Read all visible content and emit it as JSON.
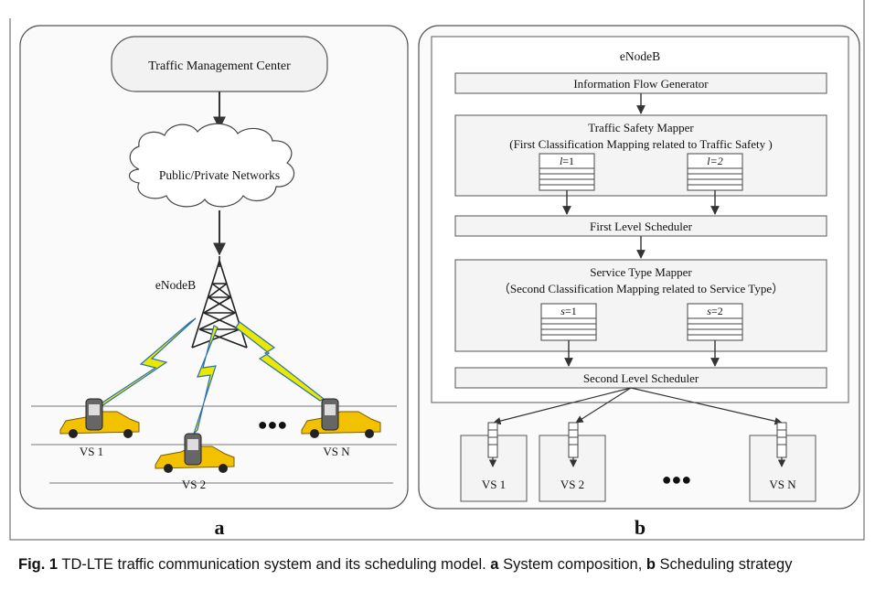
{
  "panel_a": {
    "traffic_center": "Traffic Management Center",
    "networks": "Public/Private Networks",
    "enodeb": "eNodeB",
    "vehicles": [
      "VS 1",
      "VS 2",
      "VS N"
    ],
    "ellipsis": "●●●",
    "panel_letter": "a"
  },
  "panel_b": {
    "enodeb": "eNodeB",
    "info_flow": "Information Flow Generator",
    "safety_mapper_title": "Traffic Safety Mapper",
    "safety_mapper_sub": "(First Classification Mapping related to Traffic Safety )",
    "queue_l1_var": "l",
    "queue_l1_val": "=1",
    "queue_l2_var": "l=2",
    "first_scheduler": "First Level Scheduler",
    "service_mapper_title": "Service Type Mapper",
    "service_mapper_sub": "（Second Classification Mapping related to  Service Type）",
    "queue_s1_var": "s",
    "queue_s1_val": "=1",
    "queue_s2_var": "s",
    "queue_s2_val": "=2",
    "second_scheduler": "Second Level Scheduler",
    "vehicles": [
      "VS 1",
      "VS 2",
      "VS N"
    ],
    "ellipsis": "●●●",
    "panel_letter": "b"
  },
  "caption": {
    "fig_label": "Fig. 1",
    "text": "  TD-LTE traffic communication system and its scheduling model. ",
    "a_label": "a",
    "a_text": " System composition, ",
    "b_label": "b",
    "b_text": " Scheduling strategy"
  },
  "colors": {
    "lightning": "#e8e800",
    "lightning_stroke": "#2a6fb0",
    "car": "#f2c200",
    "box_fill": "#f4f4f4"
  }
}
